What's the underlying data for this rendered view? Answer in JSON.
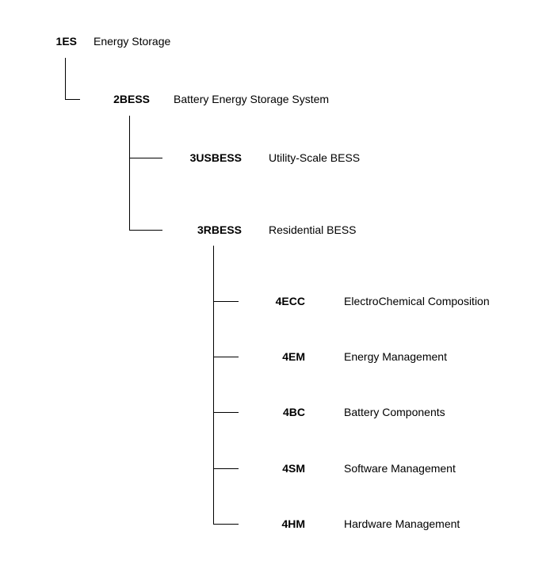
{
  "diagram": {
    "nodes": [
      {
        "id": "ES",
        "code": "1ES",
        "label": "Energy Storage",
        "level": 1,
        "parent": null
      },
      {
        "id": "BESS",
        "code": "2BESS",
        "label": "Battery Energy Storage System",
        "level": 2,
        "parent": "ES"
      },
      {
        "id": "USBESS",
        "code": "3USBESS",
        "label": "Utility-Scale BESS",
        "level": 3,
        "parent": "BESS"
      },
      {
        "id": "RBESS",
        "code": "3RBESS",
        "label": "Residential BESS",
        "level": 3,
        "parent": "BESS"
      },
      {
        "id": "ECC",
        "code": "4ECC",
        "label": "ElectroChemical Composition",
        "level": 4,
        "parent": "RBESS"
      },
      {
        "id": "EM",
        "code": "4EM",
        "label": "Energy Management",
        "level": 4,
        "parent": "RBESS"
      },
      {
        "id": "BC",
        "code": "4BC",
        "label": "Battery Components",
        "level": 4,
        "parent": "RBESS"
      },
      {
        "id": "SM",
        "code": "4SM",
        "label": "Software Management",
        "level": 4,
        "parent": "RBESS"
      },
      {
        "id": "HM",
        "code": "4HM",
        "label": "Hardware Management",
        "level": 4,
        "parent": "RBESS"
      }
    ],
    "line_color": "#000000",
    "text_color": "#000000"
  }
}
